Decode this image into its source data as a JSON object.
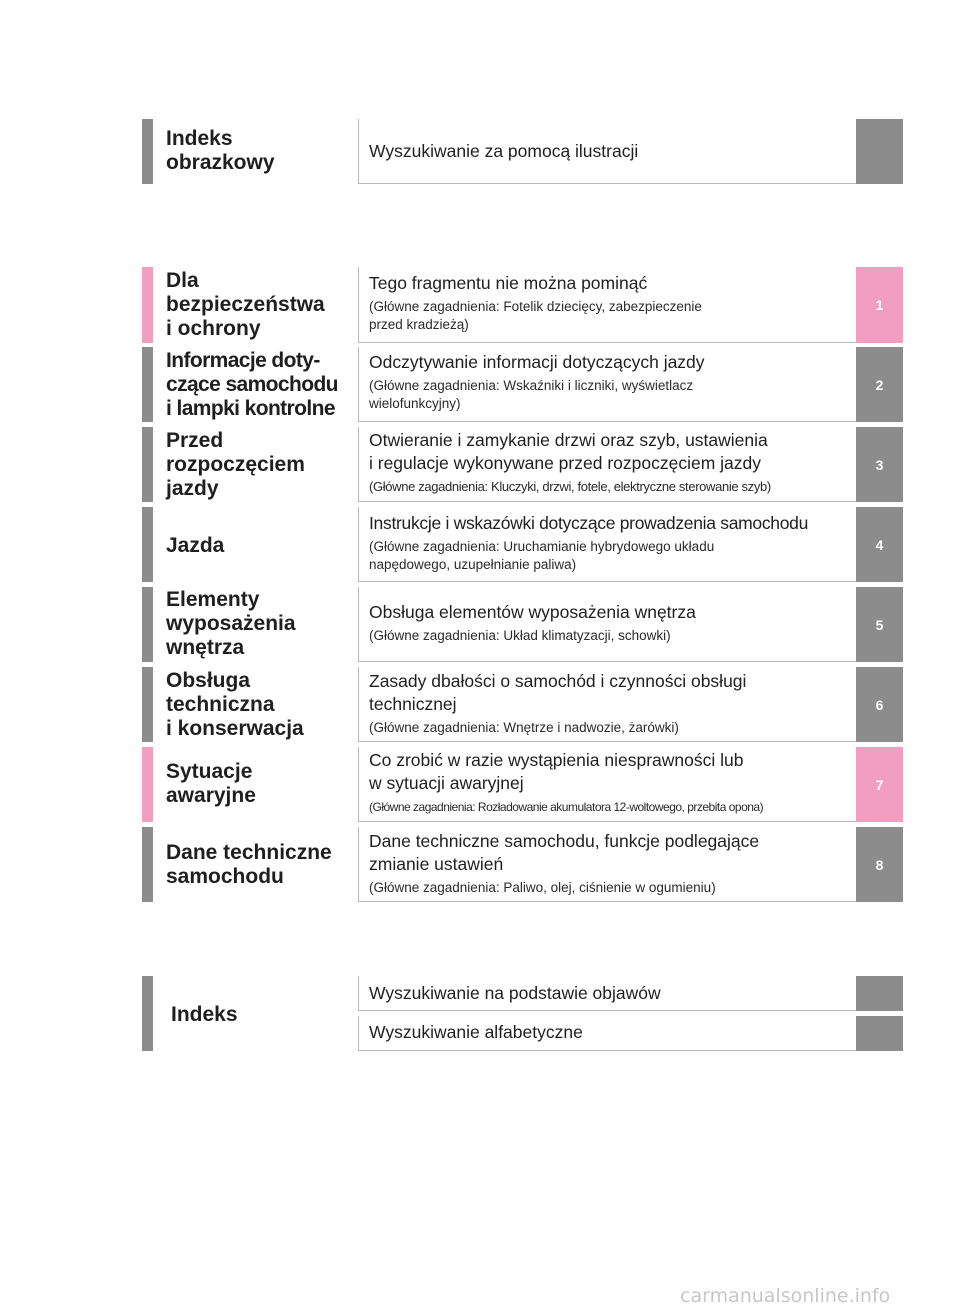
{
  "colors": {
    "gray": "#8c8c8c",
    "pink": "#f29ec0"
  },
  "picture_index": {
    "title": "Indeks\nobrazkowy",
    "desc": "Wyszukiwanie za pomocą ilustracji"
  },
  "chapters": [
    {
      "title": "Dla\nbezpieczeństwa\ni ochrony",
      "main": "Tego fragmentu nie można pominąć",
      "sub": "(Główne zagadnienia: Fotelik dziecięcy, zabezpieczenie\nprzed kradzieżą)",
      "num": "1",
      "color": "pink"
    },
    {
      "title": "Informacje doty-\nczące samochodu\ni lampki kontrolne",
      "main": "Odczytywanie informacji dotyczących jazdy",
      "sub": "(Główne zagadnienia: Wskaźniki i liczniki, wyświetlacz\nwielofunkcyjny)",
      "num": "2",
      "color": "gray"
    },
    {
      "title": "Przed\nrozpoczęciem\njazdy",
      "main": "Otwieranie i zamykanie drzwi oraz szyb, ustawienia\ni regulacje wykonywane przed rozpoczęciem jazdy",
      "sub": "(Główne zagadnienia: Kluczyki, drzwi, fotele, elektryczne sterowanie szyb)",
      "num": "3",
      "color": "gray"
    },
    {
      "title": "Jazda",
      "main": "Instrukcje i wskazówki dotyczące prowadzenia samochodu",
      "sub": "(Główne zagadnienia: Uruchamianie hybrydowego układu\nnapędowego, uzupełnianie paliwa)",
      "num": "4",
      "color": "gray"
    },
    {
      "title": "Elementy\nwyposażenia\nwnętrza",
      "main": "Obsługa elementów wyposażenia wnętrza",
      "sub": "(Główne zagadnienia: Układ klimatyzacji, schowki)",
      "num": "5",
      "color": "gray"
    },
    {
      "title": "Obsługa\ntechniczna\ni konserwacja",
      "main": "Zasady dbałości o samochód i czynności obsługi\ntechnicznej",
      "sub": "(Główne zagadnienia: Wnętrze i nadwozie, żarówki)",
      "num": "6",
      "color": "gray"
    },
    {
      "title": "Sytuacje\nawaryjne",
      "main": "Co zrobić w razie wystąpienia niesprawności lub\nw sytuacji awaryjnej",
      "sub": "(Główne zagadnienia: Rozładowanie akumulatora 12-woltowego, przebita opona)",
      "num": "7",
      "color": "pink"
    },
    {
      "title": "Dane techniczne\nsamochodu",
      "main": "Dane techniczne samochodu, funkcje podlegające\nzmianie ustawień",
      "sub": "(Główne zagadnienia: Paliwo, olej, ciśnienie w ogumieniu)",
      "num": "8",
      "color": "gray"
    }
  ],
  "index": {
    "title": "Indeks",
    "items": [
      "Wyszukiwanie na podstawie objawów",
      "Wyszukiwanie alfabetyczne"
    ]
  },
  "footer": "carmanualsonline.info"
}
